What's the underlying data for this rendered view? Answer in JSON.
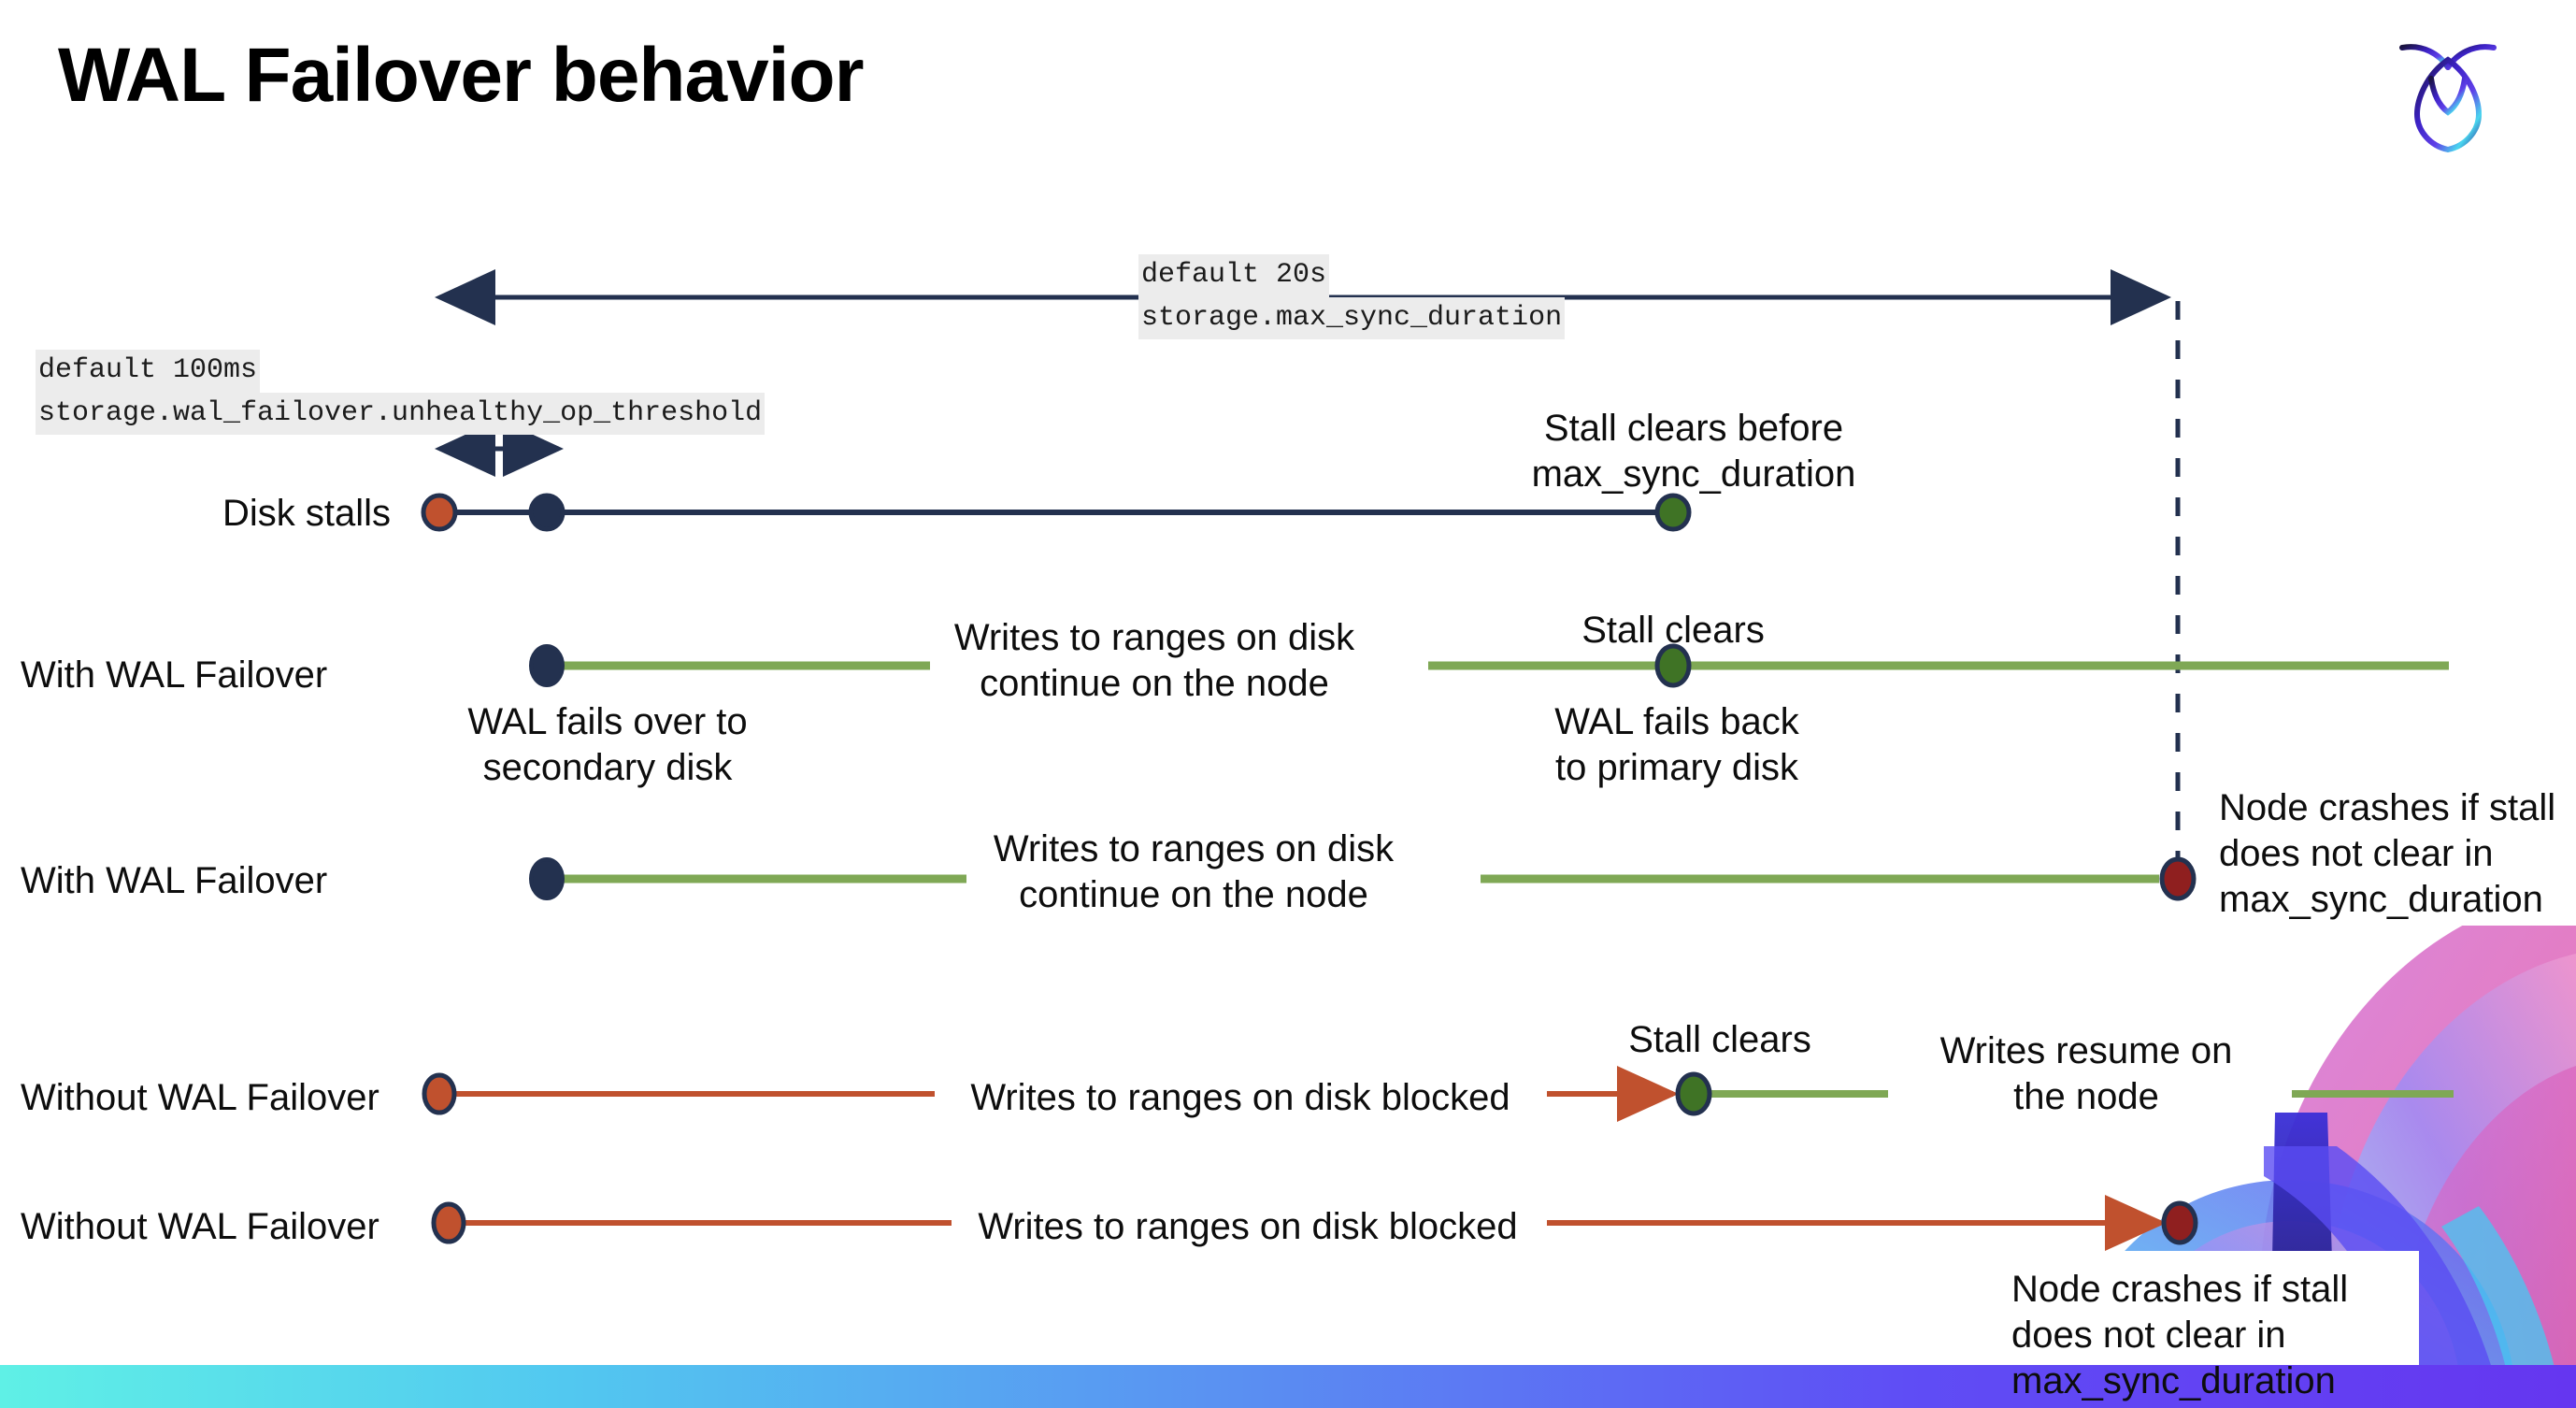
{
  "slide": {
    "title": "WAL Failover behavior",
    "brand_logo": "cockroach-labs-logo",
    "accent_colors": {
      "navy": "#23314f",
      "green_line": "#7fa855",
      "green_dot": "#3f7325",
      "orange_line": "#c0512e",
      "orange_dot": "#c0512e",
      "red_dot": "#8f1f1f",
      "code_bg": "#ececec",
      "bottom_bar_start": "#5ff0e6",
      "bottom_bar_end": "#6536f0"
    }
  },
  "top_scale": {
    "label_line1": "default 20s",
    "label_line2": "storage.max_sync_duration",
    "arrow": "double-headed-horizontal-arrow"
  },
  "threshold_scale": {
    "label_line1": "default 100ms",
    "label_line2": "storage.wal_failover.unhealthy_op_threshold",
    "arrow": "double-headed-horizontal-arrow"
  },
  "rows": [
    {
      "label": "Disk stalls",
      "annotations": [
        {
          "name": "stall-clears-before",
          "text": "Stall clears before\nmax_sync_duration"
        }
      ]
    },
    {
      "label": "With WAL Failover",
      "annotations": [
        {
          "name": "writes-continue",
          "text": "Writes to ranges on disk\ncontinue on the node"
        },
        {
          "name": "stall-clears",
          "text": "Stall clears"
        },
        {
          "name": "wal-fails-over",
          "text": "WAL fails over to\nsecondary disk"
        },
        {
          "name": "wal-fails-back",
          "text": "WAL fails  back\nto primary disk"
        }
      ]
    },
    {
      "label": "With WAL Failover",
      "annotations": [
        {
          "name": "writes-continue",
          "text": "Writes to ranges on disk\ncontinue on the node"
        },
        {
          "name": "node-crashes",
          "text": "Node crashes if stall\ndoes not clear in\nmax_sync_duration"
        }
      ]
    },
    {
      "label": "Without WAL Failover",
      "annotations": [
        {
          "name": "writes-blocked",
          "text": "Writes to ranges on disk  blocked"
        },
        {
          "name": "stall-clears",
          "text": "Stall clears"
        },
        {
          "name": "writes-resume",
          "text": "Writes resume on\nthe node"
        }
      ]
    },
    {
      "label": "Without WAL Failover",
      "annotations": [
        {
          "name": "writes-blocked",
          "text": "Writes to ranges on disk  blocked"
        },
        {
          "name": "node-crashes",
          "text": "Node crashes if stall\ndoes not clear in\nmax_sync_duration"
        }
      ]
    }
  ],
  "text": {
    "top_default": "default 20s",
    "top_setting": "storage.max_sync_duration",
    "thr_default": "default 100ms",
    "thr_setting": "storage.wal_failover.unhealthy_op_threshold",
    "label_disk_stalls": "Disk stalls",
    "label_with_1": "With WAL Failover",
    "label_with_2": "With WAL Failover",
    "label_without_1": "Without WAL Failover",
    "label_without_2": "Without WAL Failover",
    "a_stall_clears_before_1": "Stall clears before",
    "a_stall_clears_before_2": "max_sync_duration",
    "a_writes_continue_1": "Writes to ranges on disk",
    "a_writes_continue_2": "continue on the node",
    "a_stall_clears": "Stall clears",
    "a_wal_fails_over_1": "WAL fails over to",
    "a_wal_fails_over_2": "secondary disk",
    "a_wal_fails_back_1": "WAL fails  back",
    "a_wal_fails_back_2": "to primary disk",
    "a_writes_continue2_1": "Writes to ranges on disk",
    "a_writes_continue2_2": "continue on the node",
    "a_node_crashes_1": "Node crashes if stall",
    "a_node_crashes_2": "does not clear in",
    "a_node_crashes_3": "max_sync_duration",
    "a_writes_blocked_1": "Writes to ranges on disk  blocked",
    "a_stall_clears_2": "Stall clears",
    "a_writes_resume_1": "Writes resume on",
    "a_writes_resume_2": "the node",
    "a_writes_blocked_2": "Writes to ranges on disk  blocked",
    "a_node_crashes_b1": "Node crashes if stall",
    "a_node_crashes_b2": "does not clear in",
    "a_node_crashes_b3": "max_sync_duration"
  }
}
